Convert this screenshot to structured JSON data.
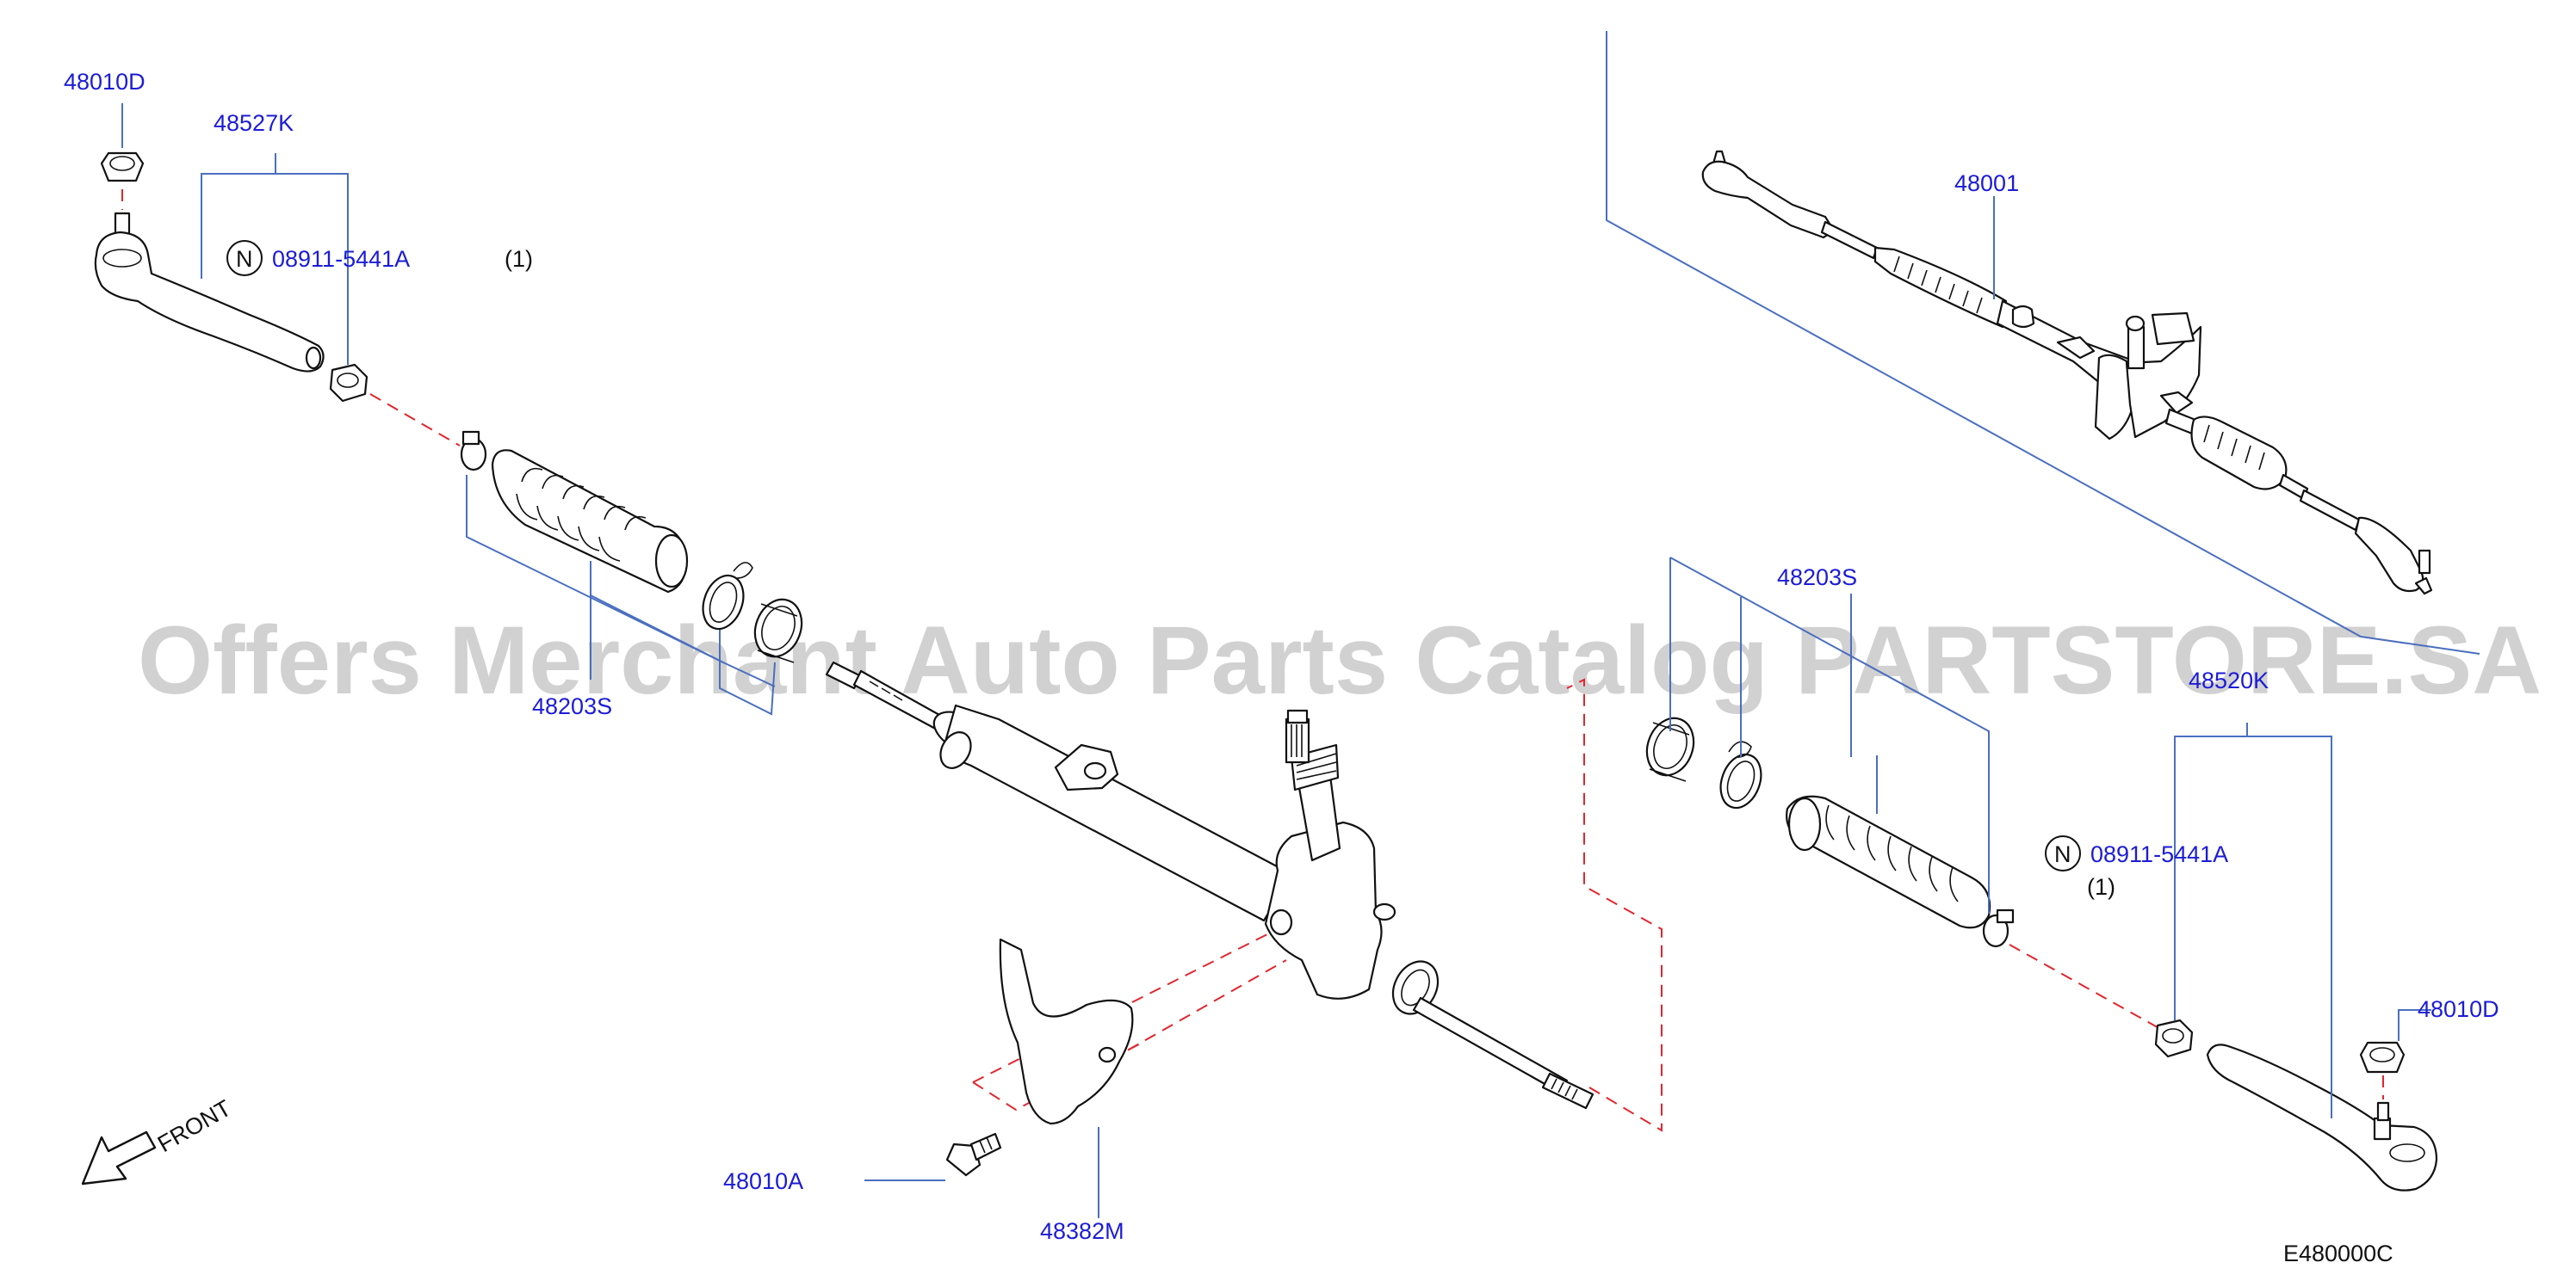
{
  "diagram_code": "E480000C",
  "watermark": "Offers Merchant Auto Parts Catalog PARTSTORE.SA",
  "front_label": "FRONT",
  "parts": {
    "p48010D_left": "48010D",
    "p48527K_left": "48527K",
    "nut_code_left": "08911-5441A",
    "qty_left": "(1)",
    "p48203S_left": "48203S",
    "p48001": "48001",
    "p48203S_right": "48203S",
    "p48520K_right": "48520K",
    "nut_code_right": "08911-5441A",
    "qty_right": "(1)",
    "p48010D_right": "48010D",
    "p48010A": "48010A",
    "p48382M": "48382M"
  },
  "n_badge": "N",
  "colors": {
    "part_number": "#1c1cd6",
    "leader_line": "#4a6fbf",
    "dashed_line": "#e0262e"
  }
}
